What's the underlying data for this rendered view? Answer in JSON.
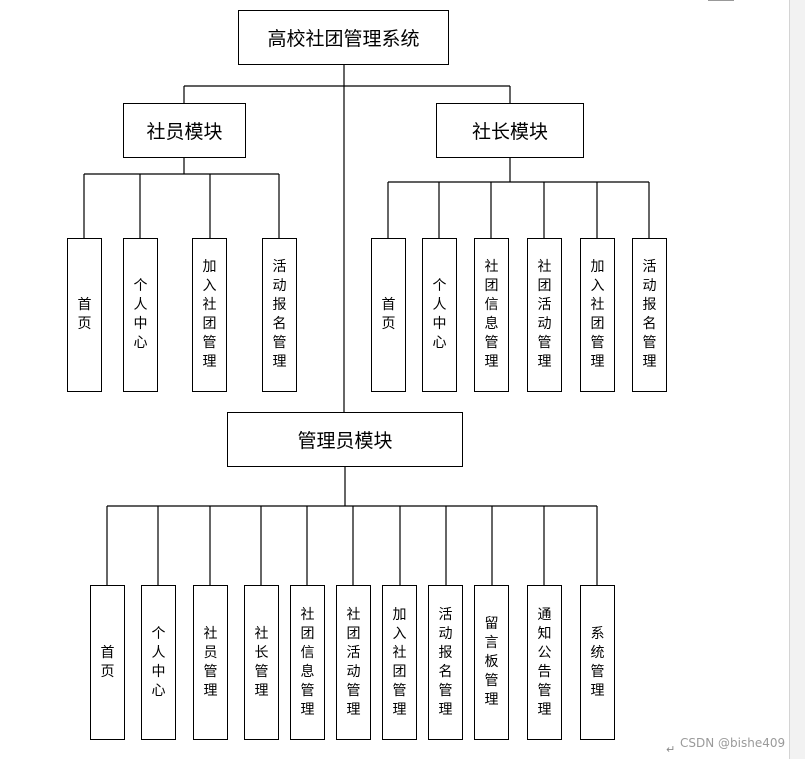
{
  "root": {
    "label": "高校社团管理系统"
  },
  "member_module": {
    "label": "社员模块",
    "items": [
      "首页",
      "个人中心",
      "加入社团管理",
      "活动报名管理"
    ]
  },
  "leader_module": {
    "label": "社长模块",
    "items": [
      "首页",
      "个人中心",
      "社团信息管理",
      "社团活动管理",
      "加入社团管理",
      "活动报名管理"
    ]
  },
  "admin_module": {
    "label": "管理员模块",
    "items": [
      "首页",
      "个人中心",
      "社员管理",
      "社长管理",
      "社团信息管理",
      "社团活动管理",
      "加入社团管理",
      "活动报名管理",
      "留言板管理",
      "通知公告管理",
      "系统管理"
    ]
  },
  "watermark": "CSDN @bishe409",
  "paragraph_mark": "↵"
}
